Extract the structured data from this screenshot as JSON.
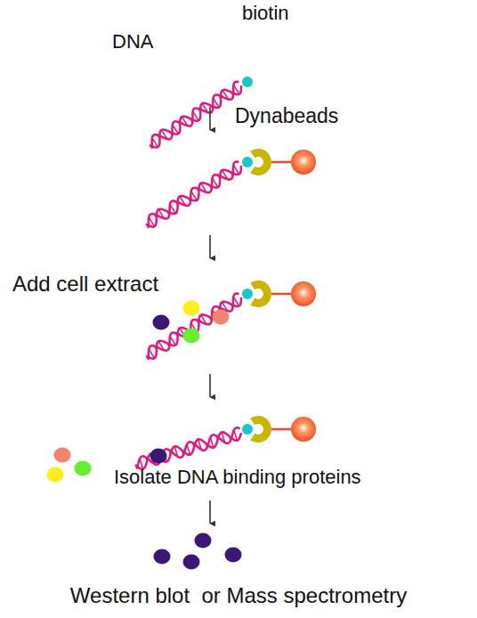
{
  "diagram": {
    "labels": [
      "biotin",
      "DNA",
      "Dynabeads",
      "Add cell extract",
      "Isolate DNA binding proteins",
      "Western blot  or Mass spectrometry"
    ]
  }
}
